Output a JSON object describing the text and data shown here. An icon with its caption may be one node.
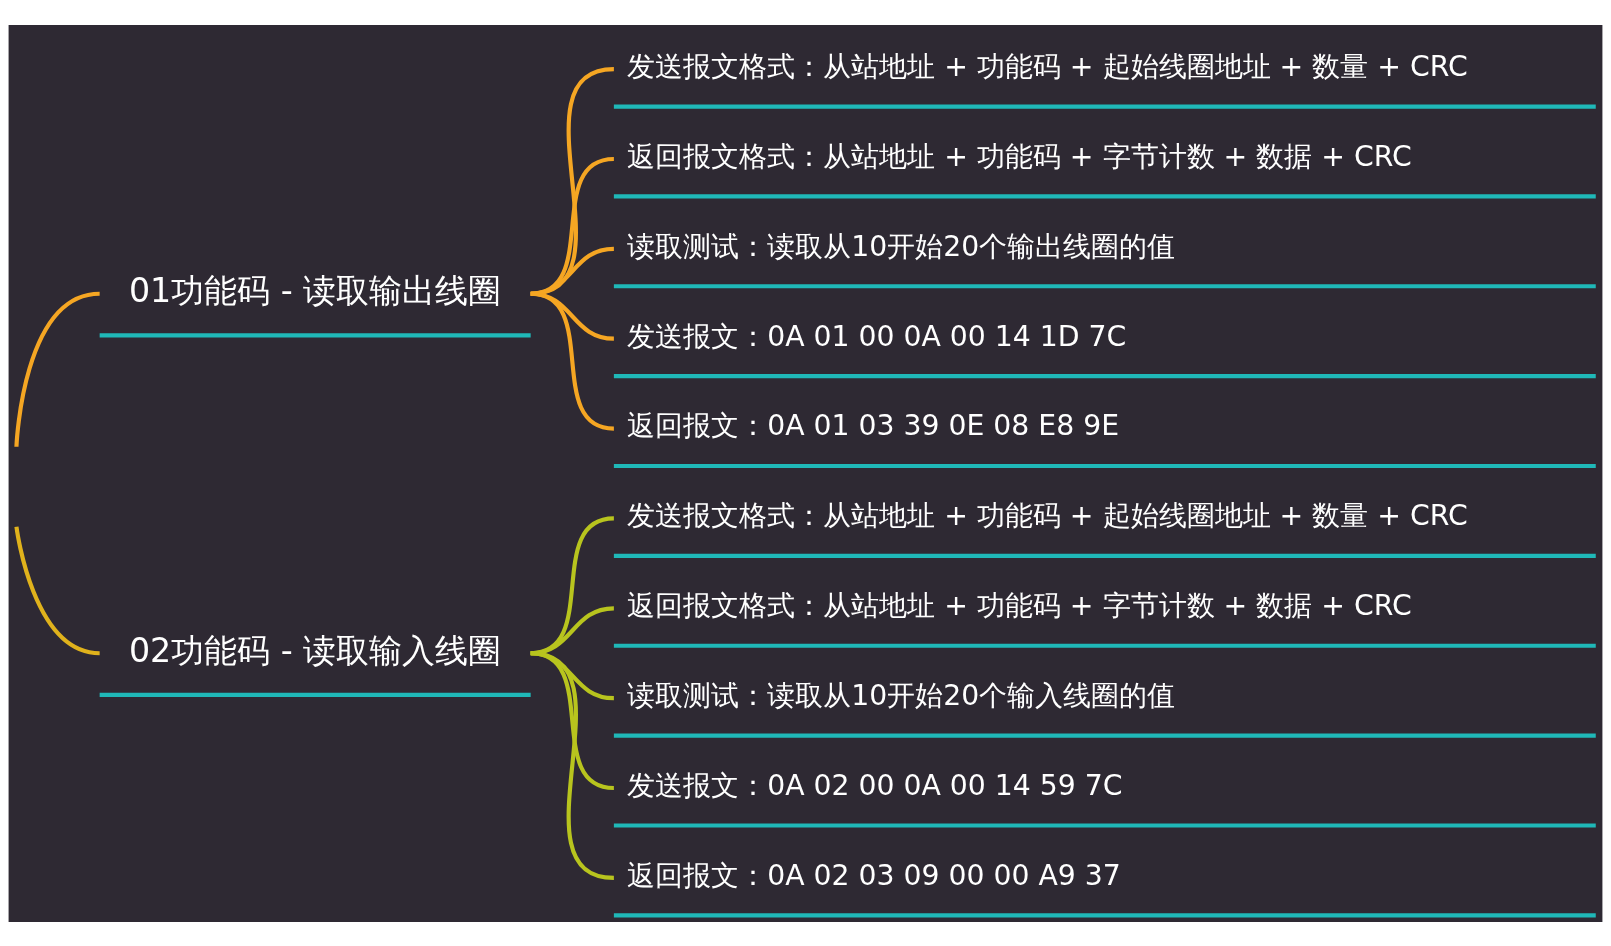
{
  "diagram": {
    "nodes": [
      {
        "text": [
          "01功能码 - 读取输出线圈"
        ]
      },
      {
        "text": [
          "发送报文格式：从站地址 + 功能码 + 起始线圈地址 + 数量 + CRC"
        ]
      },
      {
        "text": [
          "返回报文格式：从站地址 + 功能码 + 字节计数 + 数据 + CRC"
        ]
      },
      {
        "text": [
          "读取测试：读取从10开始20个输出线圈的值"
        ]
      },
      {
        "text": [
          "发送报文：0A 01 00 0A 00 14 1D 7C"
        ]
      },
      {
        "text": [
          "返回报文：0A 01 03 39 0E 08 E8 9E"
        ]
      },
      {
        "text": [
          "02功能码 - 读取输入线圈"
        ]
      },
      {
        "text": [
          "发送报文格式：从站地址 + 功能码 + 起始线圈地址 + 数量 + CRC"
        ]
      },
      {
        "text": [
          "返回报文格式：从站地址 + 功能码 + 字节计数 + 数据 + CRC"
        ]
      },
      {
        "text": [
          "读取测试：读取从10开始20个输入线圈的值"
        ]
      },
      {
        "text": [
          "发送报文：0A 02 00 0A 00 14 59 7C"
        ]
      },
      {
        "text": [
          "返回报文：0A 02 03 09 00 00 A9 37"
        ]
      }
    ],
    "edges": [
      {
        "from": null,
        "to": 0,
        "arrow": "none",
        "color": "#f5a623"
      },
      {
        "from": 0,
        "to": 1,
        "arrow": "none",
        "color": "#f5a623"
      },
      {
        "from": 0,
        "to": 2,
        "arrow": "none",
        "color": "#f5a623"
      },
      {
        "from": 0,
        "to": 3,
        "arrow": "none",
        "color": "#f5a623"
      },
      {
        "from": 0,
        "to": 4,
        "arrow": "none",
        "color": "#f5a623"
      },
      {
        "from": 0,
        "to": 5,
        "arrow": "none",
        "color": "#f5a623"
      },
      {
        "from": null,
        "to": 6,
        "arrow": "none",
        "color": "#e0b21c"
      },
      {
        "from": 6,
        "to": 7,
        "arrow": "none",
        "color": "#b8c41e"
      },
      {
        "from": 6,
        "to": 8,
        "arrow": "none",
        "color": "#b8c41e"
      },
      {
        "from": 6,
        "to": 9,
        "arrow": "none",
        "color": "#b8c41e"
      },
      {
        "from": 6,
        "to": 10,
        "arrow": "none",
        "color": "#b8c41e"
      },
      {
        "from": 6,
        "to": 11,
        "arrow": "none",
        "color": "#b8c41e"
      }
    ]
  }
}
